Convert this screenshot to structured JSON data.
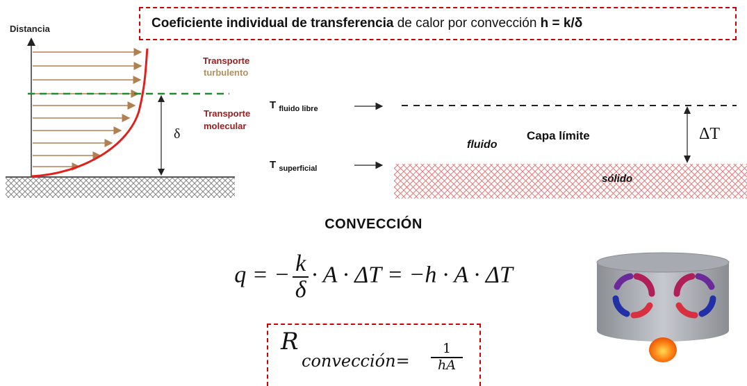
{
  "header": {
    "bold_part": "Coeficiente individual de transferencia",
    "normal_part": " de calor por convección ",
    "formula_part": "h = k/δ"
  },
  "left_diagram": {
    "y_axis_label": "Distancia",
    "turbulent_word1": "Transporte",
    "turbulent_word2": "turbulento",
    "molecular_word1": "Transporte",
    "molecular_word2": "molecular",
    "delta_symbol": "δ"
  },
  "right_diagram": {
    "t_symbol": "T",
    "t_free_sub": "fluido libre",
    "t_surface_sub": "superficial",
    "fluid_label": "fluido",
    "boundary_layer_label": "Capa límite",
    "solid_label": "sólido",
    "delta_t_label": "ΔT"
  },
  "section_title": "CONVECCIÓN",
  "equation": {
    "q": "q = −",
    "k": "k",
    "delta": "δ",
    "rest": "· A · ΔT = −h · A · ΔT"
  },
  "resistance": {
    "R": "R",
    "subscript": "convección=",
    "numerator": "1",
    "denominator": "hA"
  },
  "colors": {
    "dashed_red": "#cc0000",
    "turbulent_text": "#b09060",
    "molecular_text": "#9b1c1c",
    "green_dash": "#1e8a2e",
    "profile_curve": "#e0201c",
    "arrows": "#b08050"
  }
}
